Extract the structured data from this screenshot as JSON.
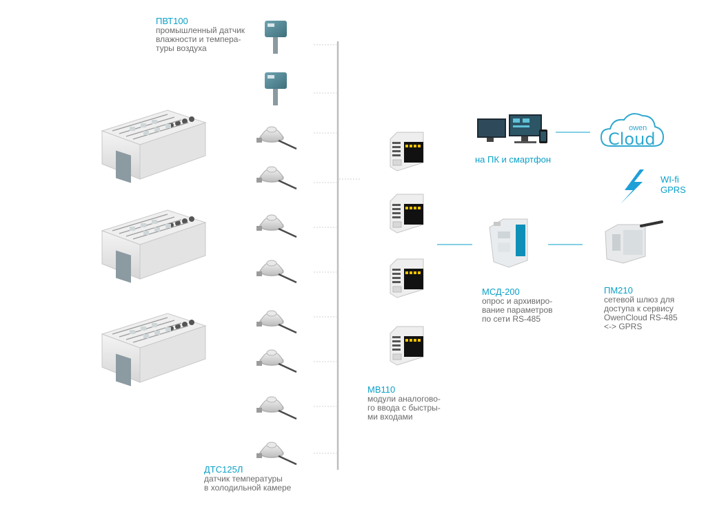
{
  "colors": {
    "accent": "#0aa0c8",
    "text_gray": "#6b6b6b",
    "bus_line": "#bdbdbd",
    "lightning": "#1e9fd8"
  },
  "labels": {
    "pvt100": {
      "title": "ПВТ100",
      "desc": "промышленный датчик\nвлажности и темпера-\nтуры воздуха"
    },
    "dts125l": {
      "title": "ДТС125Л",
      "desc": "датчик температуры\nв холодильной камере"
    },
    "mv110": {
      "title": "МВ110",
      "desc": "модули аналогово-\nго ввода с быстры-\nми входами"
    },
    "msd200": {
      "title": "МСД-200",
      "desc": "опрос и архивиро-\nвание параметров\nпо сети RS-485"
    },
    "pm210": {
      "title": "ПМ210",
      "desc": "сетевой шлюз для\nдоступа к сервису\nOwenCloud RS-485\n<-> GPRS"
    },
    "pc": {
      "title": "на ПК и смартфон"
    },
    "wireless": {
      "line1": "WI-fi",
      "line2": "GPRS"
    },
    "cloud": {
      "small": "owen",
      "big": "Cloud"
    }
  },
  "icons": {
    "cold_room": "cold-room-icon",
    "humidity_sensor": "humidity-sensor-icon",
    "temperature_sensor": "temperature-probe-icon",
    "io_module": "io-module-icon",
    "data_logger": "data-logger-icon",
    "gateway": "gsm-gateway-icon",
    "computer": "monitor-icon",
    "smartphone": "smartphone-icon",
    "lightning": "lightning-icon",
    "cloud": "cloud-icon"
  }
}
